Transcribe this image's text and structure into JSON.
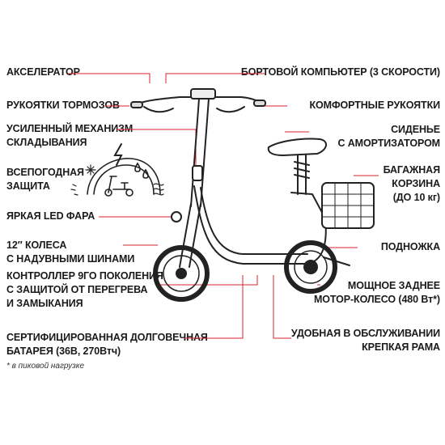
{
  "left_labels": {
    "accelerator": [
      "АКСЕЛЕРАТОР"
    ],
    "brake_handles": [
      "РУКОЯТКИ ТОРМОЗОВ"
    ],
    "folding": [
      "УСИЛЕННЫЙ МЕХАНИЗМ",
      "СКЛАДЫВАНИЯ"
    ],
    "weather": [
      "ВСЕПОГОДНАЯ",
      "ЗАЩИТА"
    ],
    "headlight": [
      "ЯРКАЯ LED ФАРА"
    ],
    "wheels": [
      "12″ КОЛЕСА",
      "С НАДУВНЫМИ ШИНАМИ"
    ],
    "controller": [
      "КОНТРОЛЛЕР 9ГО ПОКОЛЕНИЯ",
      "С ЗАЩИТОЙ ОТ ПЕРЕГРЕВА",
      "И ЗАМЫКАНИЯ"
    ],
    "battery": [
      "СЕРТИФИЦИРОВАННАЯ ДОЛГОВЕЧНАЯ",
      "БАТАРЕЯ (36В, 270Втч)"
    ]
  },
  "right_labels": {
    "computer": [
      "БОРТОВОЙ КОМПЬЮТЕР (3 СКОРОСТИ)"
    ],
    "grips": [
      "КОМФОРТНЫЕ РУКОЯТКИ"
    ],
    "seat": [
      "СИДЕНЬЕ",
      "С АМОРТИЗАТОРОМ"
    ],
    "basket": [
      "БАГАЖНАЯ",
      "КОРЗИНА",
      "(ДО 10 кг)"
    ],
    "kickstand": [
      "ПОДНОЖКА"
    ],
    "motor": [
      "МОЩНОЕ ЗАДНЕЕ",
      "МОТОР-КОЛЕСО (480 Вт*)"
    ],
    "frame": [
      "УДОБНАЯ В ОБСЛУЖИВАНИИ",
      "КРЕПКАЯ РАМА"
    ]
  },
  "footnote": "* в пиковой нагрузке",
  "colors": {
    "leader": "#d9232e",
    "text": "#1a1a1a",
    "drawing": "#222222"
  }
}
